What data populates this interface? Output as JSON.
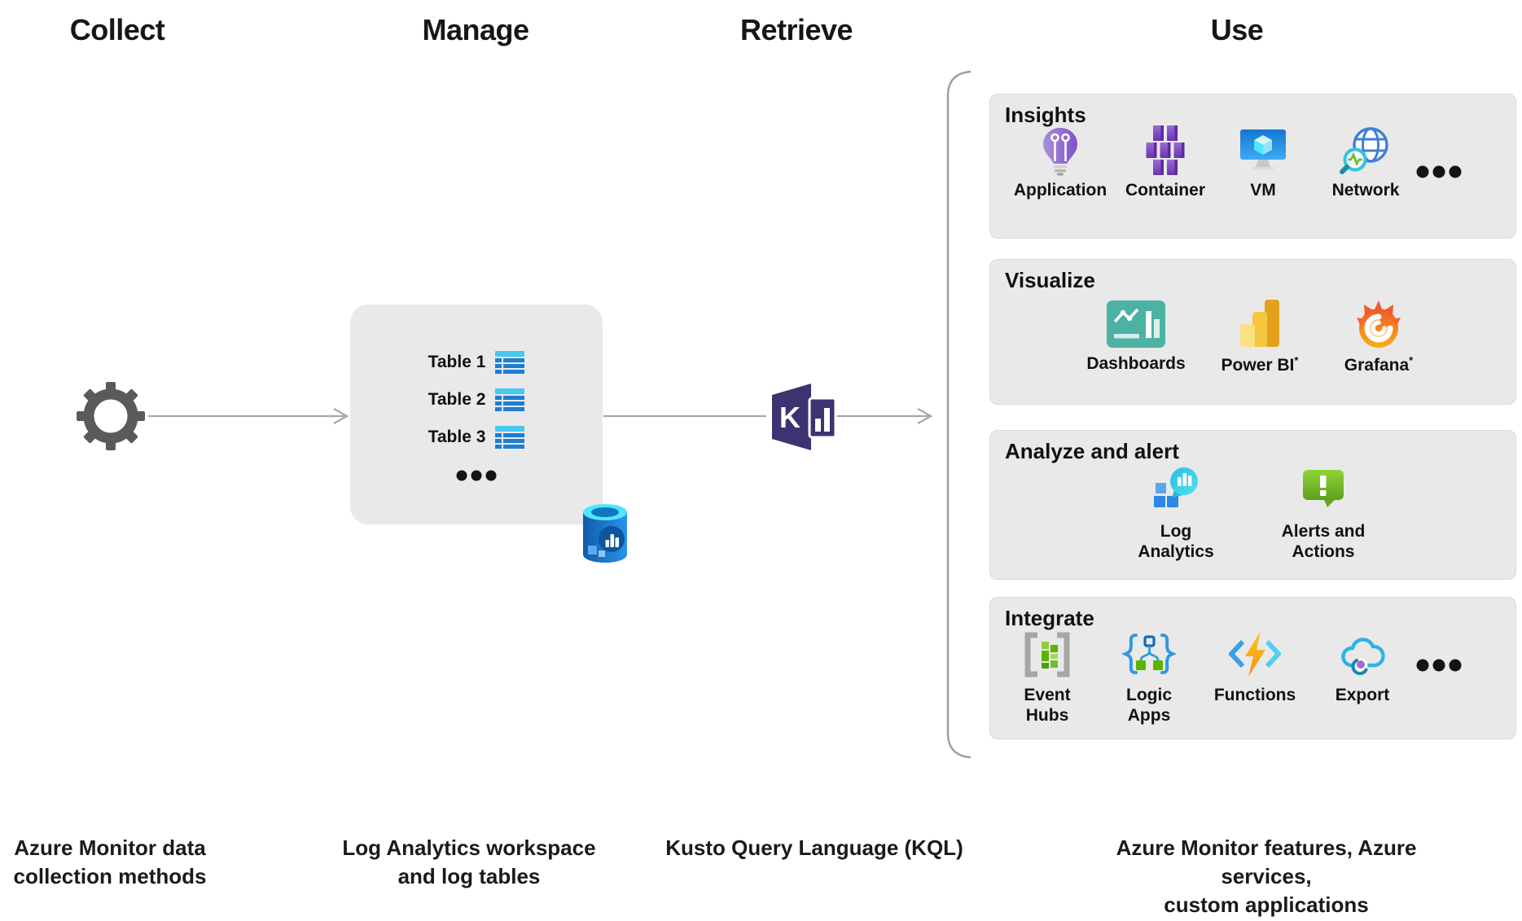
{
  "columns": {
    "collect": "Collect",
    "manage": "Manage",
    "retrieve": "Retrieve",
    "use": "Use"
  },
  "manage_box": {
    "tables": [
      "Table 1",
      "Table 2",
      "Table 3"
    ]
  },
  "use_groups": {
    "insights": {
      "title": "Insights",
      "items": {
        "application": "Application",
        "container": "Container",
        "vm": "VM",
        "network": "Network"
      }
    },
    "visualize": {
      "title": "Visualize",
      "footnote": "*",
      "items": {
        "dashboards": "Dashboards",
        "powerbi": "Power BI",
        "grafana": "Grafana"
      }
    },
    "analyze": {
      "title": "Analyze and alert",
      "items": {
        "log_analytics": "Log\nAnalytics",
        "alerts": "Alerts and\nActions"
      }
    },
    "integrate": {
      "title": "Integrate",
      "items": {
        "event_hubs": "Event\nHubs",
        "logic_apps": "Logic\nApps",
        "functions": "Functions",
        "export": "Export"
      }
    }
  },
  "captions": {
    "collect": "Azure Monitor data\ncollection methods",
    "manage": "Log Analytics workspace\nand log tables",
    "retrieve": "Kusto Query Language (KQL)",
    "use": "Azure Monitor features, Azure services,\ncustom applications"
  },
  "colors": {
    "panel_bg": "#e9e9e9",
    "arrow_gray": "#a8a8a8",
    "gear_gray": "#5a5a5a",
    "kql_navy": "#3b3470",
    "table_header_cyan": "#46c8f1",
    "table_row_blue": "#1b7fd6",
    "alert_green": "#5db300",
    "powerbi_amber": "#e3a11c",
    "grafana_orange": "#f15b2a",
    "dashboards_teal": "#4cb2a3",
    "insights_purple": "#7c52c7",
    "log_analytics_cyan": "#29bede"
  }
}
